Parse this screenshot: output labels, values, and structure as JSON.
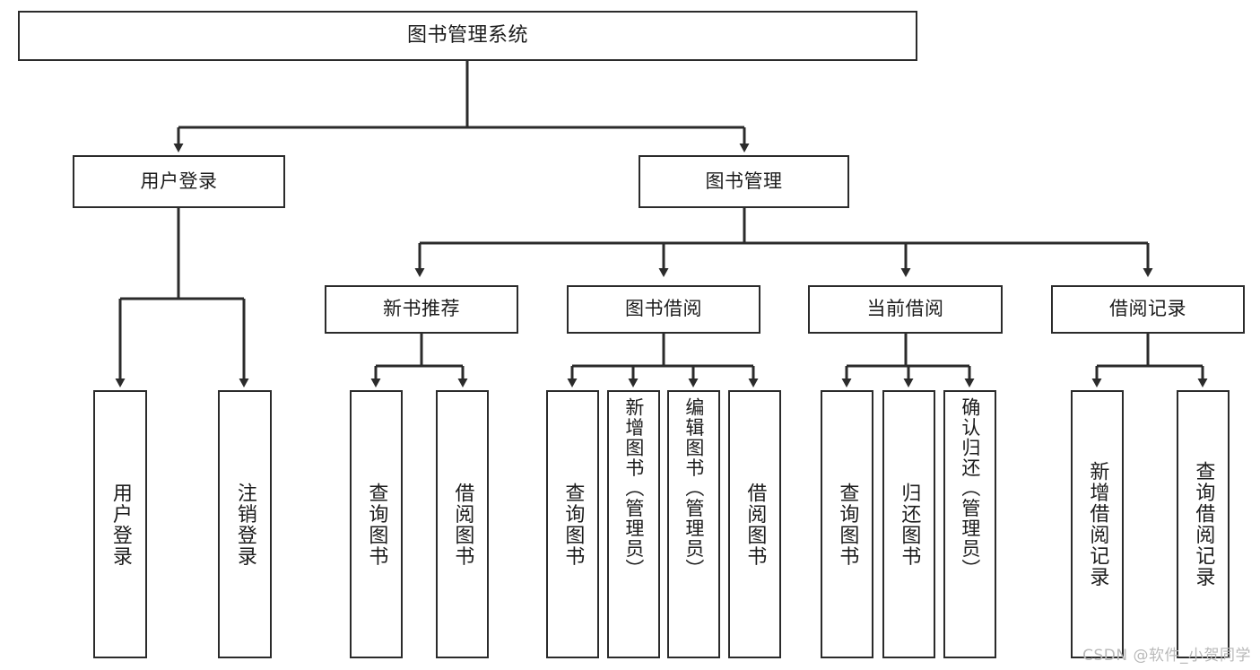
{
  "diagram": {
    "title": "图书管理系统",
    "type": "tree",
    "root": {
      "label": "图书管理系统"
    },
    "level2": [
      {
        "label": "用户登录"
      },
      {
        "label": "图书管理"
      }
    ],
    "level3": [
      {
        "label": "新书推荐"
      },
      {
        "label": "图书借阅"
      },
      {
        "label": "当前借阅"
      },
      {
        "label": "借阅记录"
      }
    ],
    "leaves": {
      "user_login": [
        {
          "label": "用户登录"
        },
        {
          "label": "注销登录"
        }
      ],
      "new_book_recommend": [
        {
          "label": "查询图书"
        },
        {
          "label": "借阅图书"
        }
      ],
      "book_borrow": [
        {
          "label": "查询图书"
        },
        {
          "label": "新增图书（管理员）"
        },
        {
          "label": "编辑图书（管理员）"
        },
        {
          "label": "借阅图书"
        }
      ],
      "current_borrow": [
        {
          "label": "查询图书"
        },
        {
          "label": "归还图书"
        },
        {
          "label": "确认归还（管理员）"
        }
      ],
      "borrow_record": [
        {
          "label": "新增借阅记录"
        },
        {
          "label": "查询借阅记录"
        }
      ]
    }
  },
  "watermark": {
    "text": "CSDN @软件_小贺同学"
  },
  "colors": {
    "stroke": "#2b2b2b",
    "background": "#ffffff",
    "text": "#1c1c1c",
    "watermark": "#b9b9b9"
  }
}
